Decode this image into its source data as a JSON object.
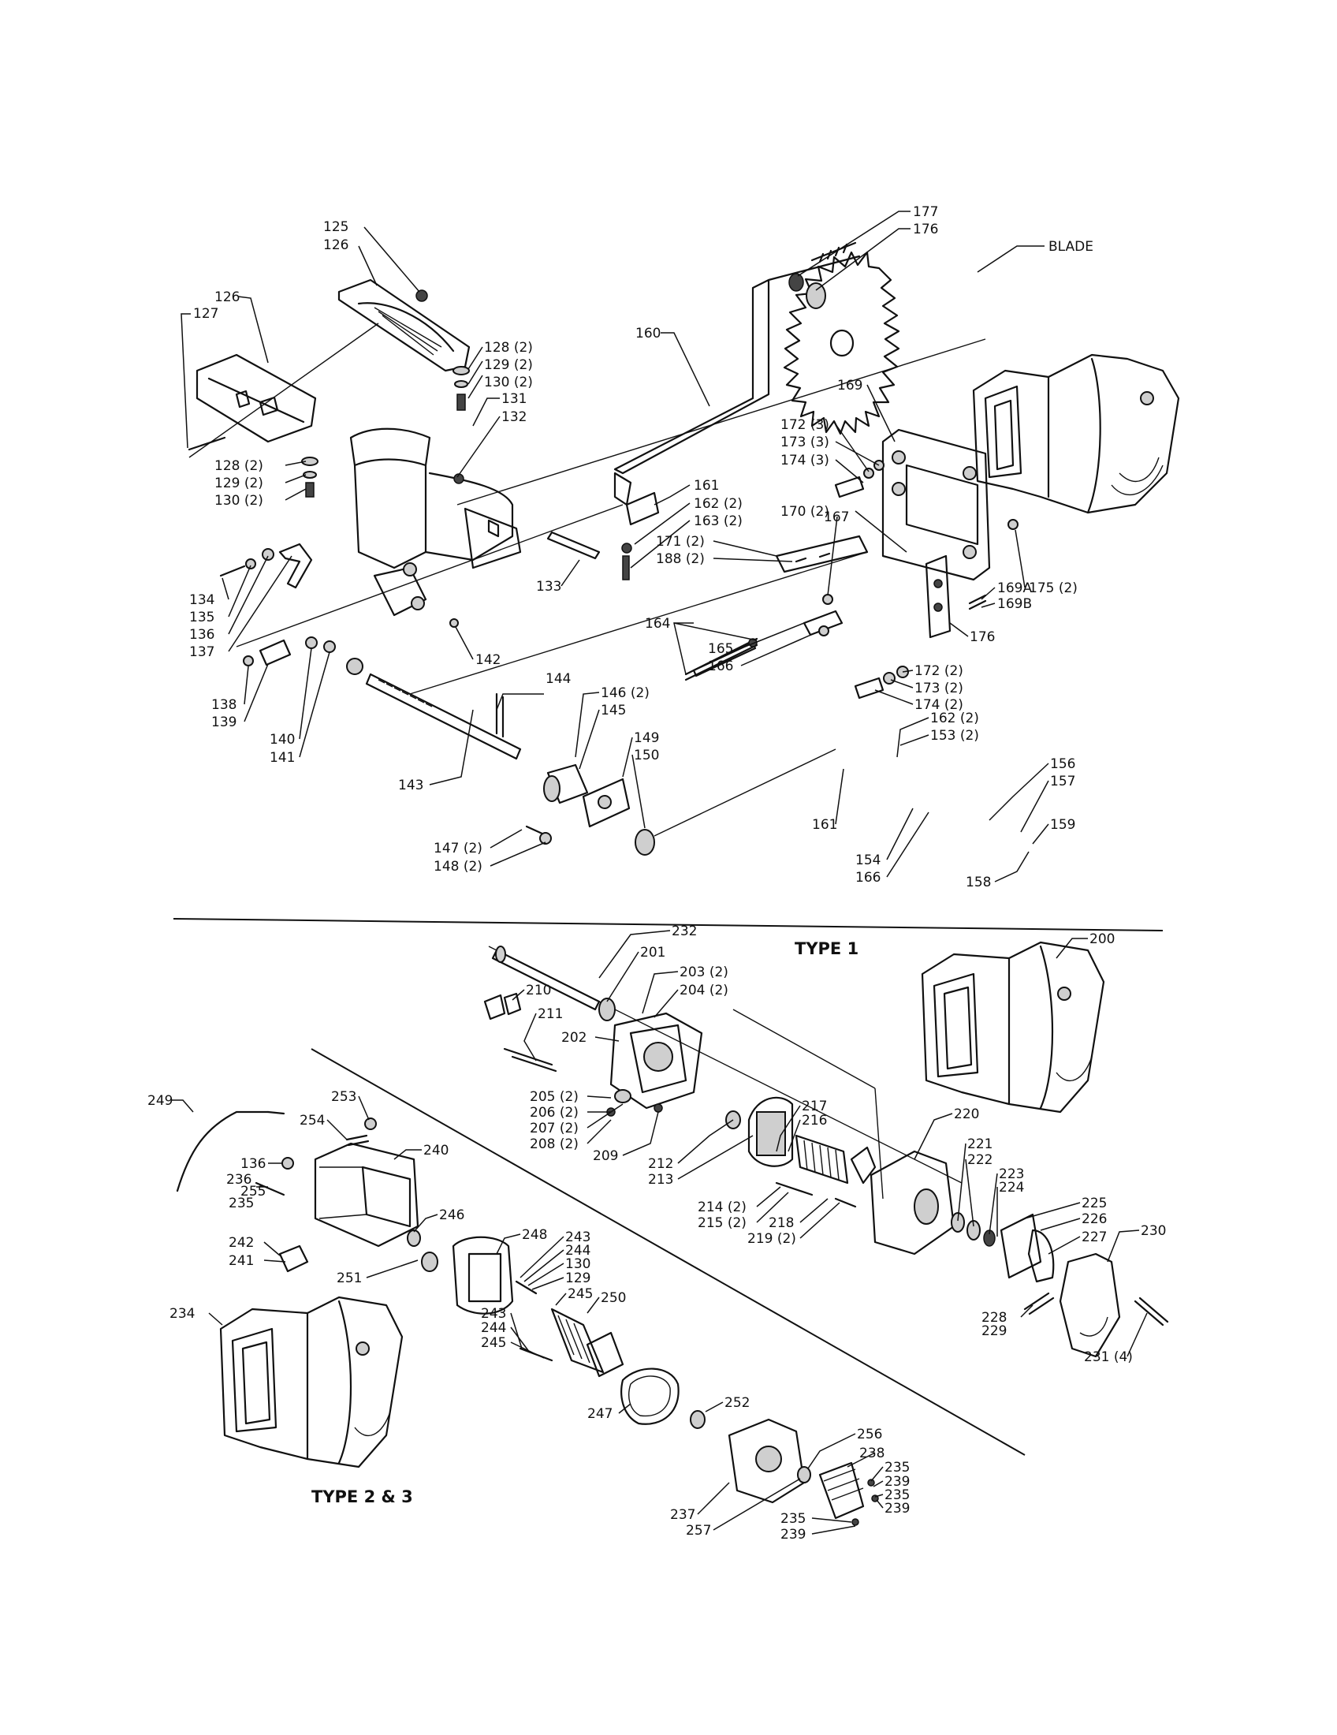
{
  "headings": {
    "type1": "TYPE 1",
    "type23": "TYPE 2 & 3"
  },
  "labels": {
    "p125": "125",
    "p126a": "126",
    "p126b": "126",
    "p127": "127",
    "p128a": "128 (2)",
    "p129a": "129 (2)",
    "p130a": "130 (2)",
    "p131": "131",
    "p132": "132",
    "p128b": "128 (2)",
    "p129b": "129 (2)",
    "p130b": "130 (2)",
    "p133": "133",
    "p134": "134",
    "p135": "135",
    "p136": "136",
    "p137": "137",
    "p138": "138",
    "p139": "139",
    "p140": "140",
    "p141": "141",
    "p142": "142",
    "p143": "143",
    "p144": "144",
    "p146": "146 (2)",
    "p145": "145",
    "p147": "147 (2)",
    "p148": "148 (2)",
    "p149": "149",
    "p150": "150",
    "p160": "160",
    "p161a": "161",
    "p162a": "162 (2)",
    "p163": "163 (2)",
    "p171": "171 (2)",
    "p188": "188 (2)",
    "p164": "164",
    "p165": "165",
    "p166a": "166",
    "p167a": "167",
    "p170": "170 (2)",
    "p172a": "172 (3)",
    "p173a": "173 (3)",
    "p174a": "174 (3)",
    "p169": "169",
    "p177": "177",
    "p176a": "176",
    "blade": "BLADE",
    "p175": "175 (2)",
    "p169a": "169A",
    "p169b": "169B",
    "p176b": "176",
    "p172b": "172 (2)",
    "p173b": "173 (2)",
    "p174b": "174 (2)",
    "p162b": "162 (2)",
    "p153": "153 (2)",
    "p161b": "161",
    "p154": "154",
    "p166b": "166",
    "p156": "156",
    "p157": "157",
    "p159": "159",
    "p158": "158",
    "p232": "232",
    "p201": "201",
    "p203": "203 (2)",
    "p204": "204 (2)",
    "p210": "210",
    "p211": "211",
    "p202": "202",
    "p200": "200",
    "p205": "205 (2)",
    "p206": "206 (2)",
    "p207": "207 (2)",
    "p208": "208 (2)",
    "p209": "209",
    "p212": "212",
    "p213": "213",
    "p217": "217",
    "p216": "216",
    "p214": "214 (2)",
    "p215": "215 (2)",
    "p218": "218",
    "p219": "219 (2)",
    "p220": "220",
    "p221": "221",
    "p222": "222",
    "p223": "223",
    "p224": "224",
    "p225": "225",
    "p226": "226",
    "p227": "227",
    "p230": "230",
    "p228": "228",
    "p229": "229",
    "p231": "231 (4)",
    "p249": "249",
    "p253": "253",
    "p254": "254",
    "p136b": "136",
    "p240": "240",
    "p236": "236",
    "p255": "255",
    "p235a": "235",
    "p246": "246",
    "p242": "242",
    "p241": "241",
    "p251": "251",
    "p248": "248",
    "p243a": "243",
    "p244a": "244",
    "p130c": "130",
    "p129c": "129",
    "p245a": "245",
    "p250": "250",
    "p243b": "243",
    "p244b": "244",
    "p245b": "245",
    "p234": "234",
    "p247": "247",
    "p252": "252",
    "p256": "256",
    "p238": "238",
    "p235b": "235",
    "p239a": "239",
    "p235c": "235",
    "p239b": "239",
    "p237": "237",
    "p257": "257",
    "p235d": "235",
    "p239c": "239"
  }
}
